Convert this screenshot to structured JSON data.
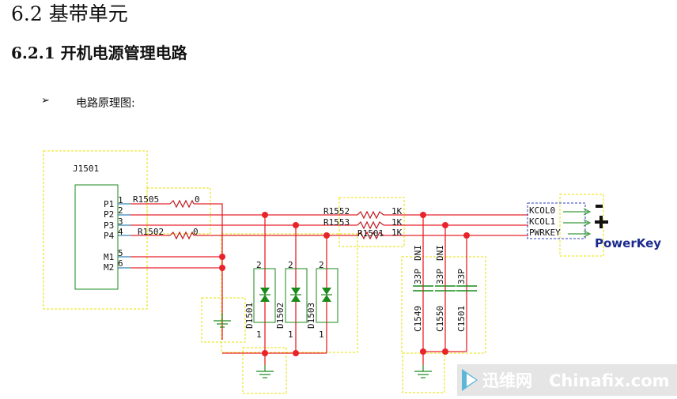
{
  "headings": {
    "section": "6.2 基带单元",
    "subsection": "6.2.1 开机电源管理电路",
    "bullet_symbol": "➢",
    "bullet_text": "电路原理图:"
  },
  "schematic": {
    "connector": {
      "ref": "J1501",
      "pins": [
        "P1",
        "P2",
        "P3",
        "P4",
        "M1",
        "M2"
      ],
      "pin_numbers": [
        "1",
        "2",
        "3",
        "4",
        "5",
        "6"
      ]
    },
    "resistors": {
      "r1505": {
        "ref": "R1505",
        "value": "0"
      },
      "r1502": {
        "ref": "R1502",
        "value": "0"
      },
      "r1552": {
        "ref": "R1552",
        "value": "1K"
      },
      "r1553": {
        "ref": "R1553",
        "value": "1K"
      },
      "r1501": {
        "ref": "R1501",
        "value": "1K"
      }
    },
    "diodes": [
      {
        "ref": "D1501",
        "pin_top": "2",
        "pin_bottom": "1"
      },
      {
        "ref": "D1502",
        "pin_top": "2",
        "pin_bottom": "1"
      },
      {
        "ref": "D1503",
        "pin_top": "2",
        "pin_bottom": "1"
      }
    ],
    "capacitors": [
      {
        "ref": "C1549",
        "value": "33P",
        "dni": "DNI"
      },
      {
        "ref": "C1550",
        "value": "33P",
        "dni": "DNI"
      },
      {
        "ref": "C1501",
        "value": "33P",
        "dni": ""
      }
    ],
    "ports": [
      "KCOL0",
      "KCOL1",
      "PWRKEY"
    ],
    "power_key_label": "PowerKey",
    "colors": {
      "wire": "#e8232a",
      "resistor": "#c0181f",
      "box": "#e8e000",
      "component": "#1b8a1b",
      "port": "#2c3cb8",
      "arrow": "#3a9a3a"
    }
  },
  "watermark": {
    "cn": "迅维网",
    "en": "Chinafix.com"
  }
}
